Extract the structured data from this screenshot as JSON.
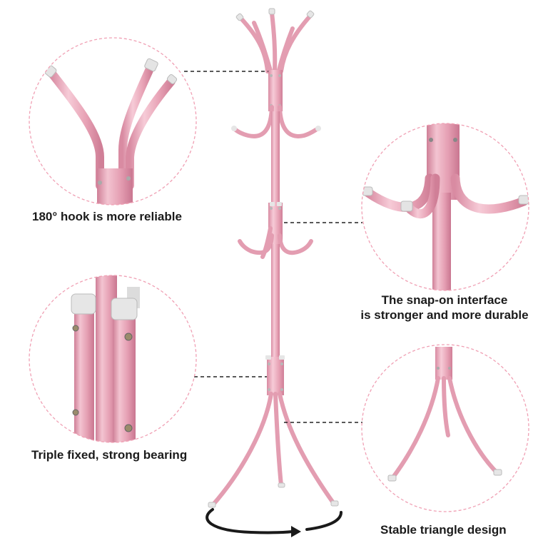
{
  "captions": {
    "hook": "180° hook is more reliable",
    "snap_line1": "The snap-on interface",
    "snap_line2": "is stronger and more durable",
    "triple": "Triple fixed, strong bearing",
    "stable": "Stable triangle design"
  },
  "colors": {
    "pink": "#e9a7b9",
    "pink_dark": "#d88aa0",
    "pink_light": "#f5c9d5",
    "cap_grey": "#e4e4e4",
    "dashed_circle": "#f0a0b4",
    "leader_line": "#222222",
    "arrow": "#1a1a1a"
  },
  "icons": {
    "rotation_arrow": "curved-arrow-icon"
  }
}
